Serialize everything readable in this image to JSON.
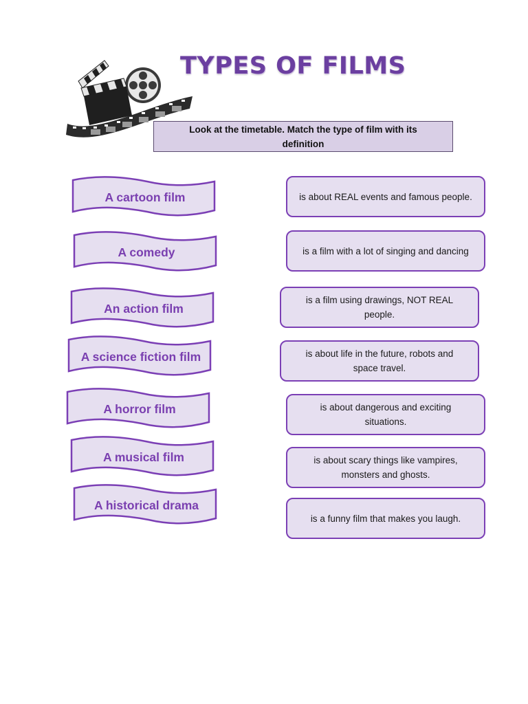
{
  "page": {
    "title": "TYPES OF FILMS",
    "instruction": "Look at the timetable. Match the type of film with its definition"
  },
  "logo": {
    "icon": "film-clapperboard-reel-icon"
  },
  "colors": {
    "title": "#6b3fa0",
    "accent_border": "#7b3fb5",
    "box_fill": "#e6dff0",
    "instruction_fill": "#d9cfe6",
    "label_text": "#7a3fb0"
  },
  "film_types": [
    "A cartoon film",
    "A comedy",
    "An action film",
    "A science fiction film",
    "A horror film",
    "A musical film",
    "A historical drama"
  ],
  "definitions": [
    "is about REAL events and famous people.",
    "is a film with a lot of singing and dancing",
    "is a film using drawings, NOT REAL people.",
    "is about life in the future, robots and space travel.",
    "is about dangerous and exciting situations.",
    "is about scary things like vampires, monsters and ghosts.",
    "is a funny film that makes you laugh."
  ]
}
